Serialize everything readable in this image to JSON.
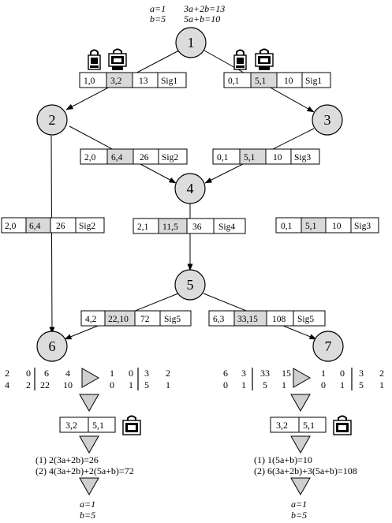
{
  "header": {
    "line1_left": "a=1",
    "line1_right": "3a+2b=13",
    "line2_left": "b=5",
    "line2_right": "5a+b=10"
  },
  "nodes": {
    "n1": "1",
    "n2": "2",
    "n3": "3",
    "n4": "4",
    "n5": "5",
    "n6": "6",
    "n7": "7"
  },
  "boxes": {
    "b12": [
      "1,0",
      "3,2",
      "13",
      "Sig1"
    ],
    "b13": [
      "0,1",
      "5,1",
      "10",
      "Sig1"
    ],
    "b24": [
      "2,0",
      "6,4",
      "26",
      "Sig2"
    ],
    "b34": [
      "0,1",
      "5,1",
      "10",
      "Sig3"
    ],
    "bL": [
      "2,0",
      "6,4",
      "26",
      "Sig2"
    ],
    "b45": [
      "2,1",
      "11,5",
      "36",
      "Sig4"
    ],
    "bR": [
      "0,1",
      "5,1",
      "10",
      "Sig3"
    ],
    "b56": [
      "4,2",
      "22,10",
      "72",
      "Sig5"
    ],
    "b57": [
      "6,3",
      "33,15",
      "108",
      "Sig5"
    ]
  },
  "left_matrix": {
    "row1": [
      "2",
      "0",
      "6",
      "4"
    ],
    "row2": [
      "4",
      "2",
      "22",
      "10"
    ],
    "result_row1": [
      "1",
      "0",
      "3",
      "2"
    ],
    "result_row2": [
      "0",
      "1",
      "5",
      "1"
    ]
  },
  "right_matrix": {
    "row1": [
      "6",
      "3",
      "33",
      "15"
    ],
    "row2": [
      "0",
      "1",
      "5",
      "1"
    ],
    "result_row1": [
      "1",
      "0",
      "3",
      "2"
    ],
    "result_row2": [
      "0",
      "1",
      "5",
      "1"
    ]
  },
  "left_result_box": [
    "3,2",
    "5,1"
  ],
  "right_result_box": [
    "3,2",
    "5,1"
  ],
  "left_equations": {
    "eq1": "(1) 2(3a+2b)=26",
    "eq2": "(2) 4(3a+2b)+2(5a+b)=72"
  },
  "right_equations": {
    "eq1": "(1) 1(5a+b)=10",
    "eq2": "(2) 6(3a+2b)+3(5a+b)=108"
  },
  "left_final": {
    "a": "a=1",
    "b": "b=5"
  },
  "right_final": {
    "a": "a=1",
    "b": "b=5"
  },
  "colors": {
    "node_fill": "#dcdcdc",
    "shaded_cell": "#d9d9d9"
  }
}
